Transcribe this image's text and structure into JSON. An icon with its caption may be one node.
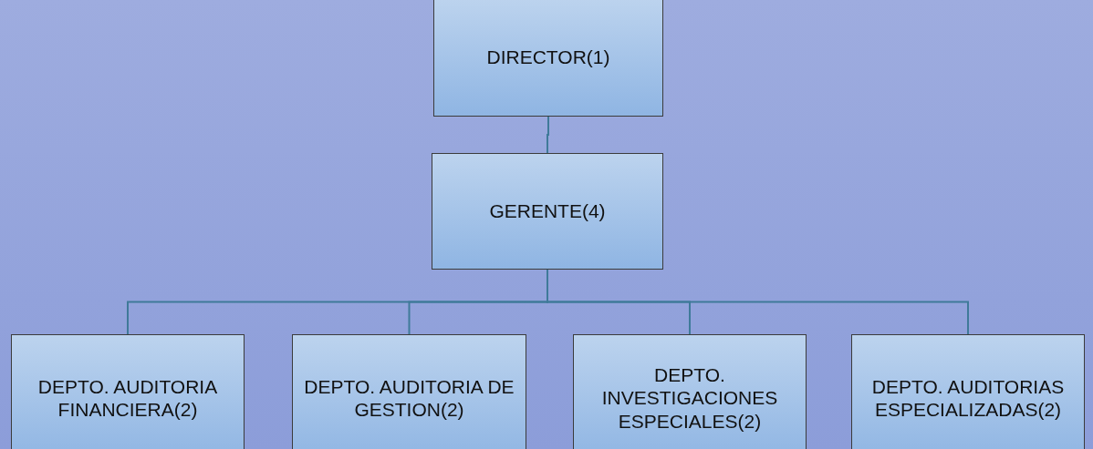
{
  "diagram": {
    "nodes": [
      {
        "text": [
          "DIRECTOR(1)"
        ]
      },
      {
        "text": [
          "GERENTE(4)"
        ]
      },
      {
        "text": [
          "DEPTO. AUDITORIA FINANCIERA(2)"
        ]
      },
      {
        "text": [
          "DEPTO. AUDITORIA DE GESTION(2)"
        ]
      },
      {
        "text": [
          "DEPTO. INVESTIGACIONES ESPECIALES(2)"
        ]
      },
      {
        "text": [
          "DEPTO. AUDITORIAS ESPECIALIZADAS(2)"
        ]
      }
    ],
    "edges": [
      {
        "from": 0,
        "to": 1,
        "arrow": "none"
      },
      {
        "from": 1,
        "to": 2,
        "arrow": "none"
      },
      {
        "from": 1,
        "to": 3,
        "arrow": "none"
      },
      {
        "from": 1,
        "to": 4,
        "arrow": "none"
      },
      {
        "from": 1,
        "to": 5,
        "arrow": "none"
      }
    ]
  }
}
